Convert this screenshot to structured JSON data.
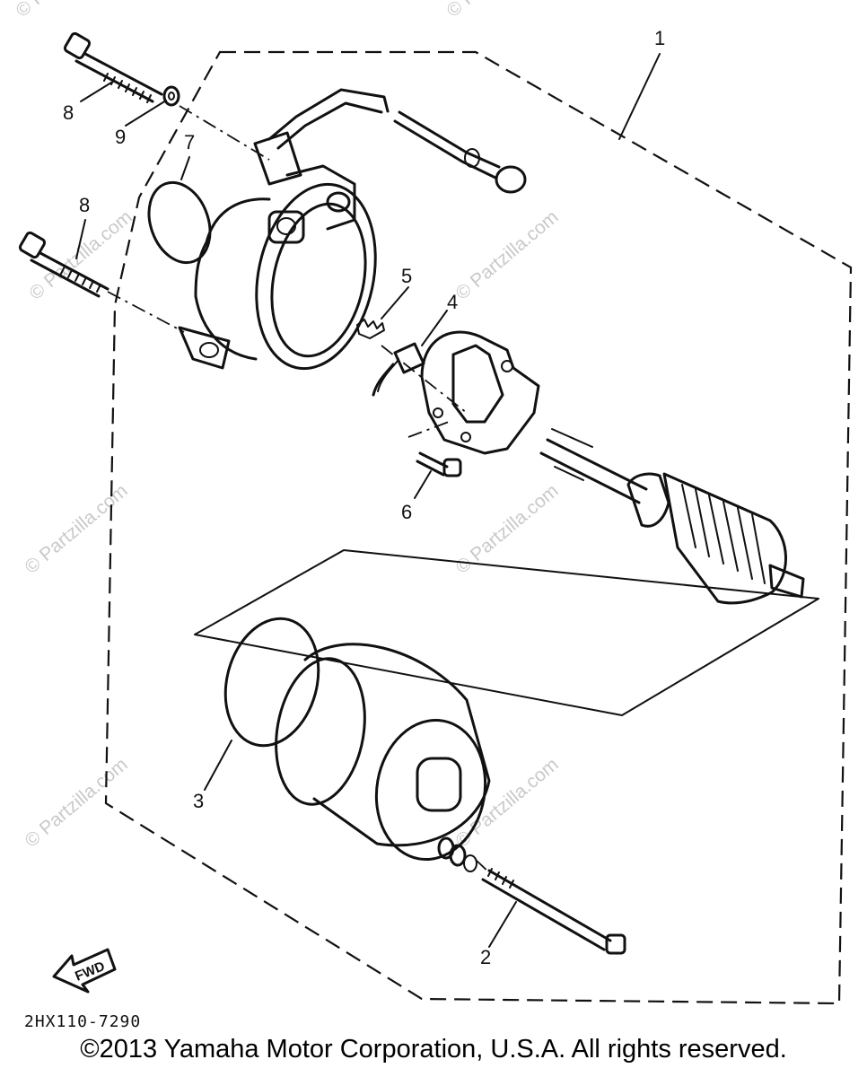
{
  "callouts": [
    "1",
    "2",
    "3",
    "4",
    "5",
    "6",
    "7",
    "8",
    "8",
    "9"
  ],
  "fwd_label": "FWD",
  "reference_code": "2HX110-7290",
  "copyright": "©2013 Yamaha Motor Corporation, U.S.A. All rights reserved.",
  "watermark": "© Partzilla.com"
}
